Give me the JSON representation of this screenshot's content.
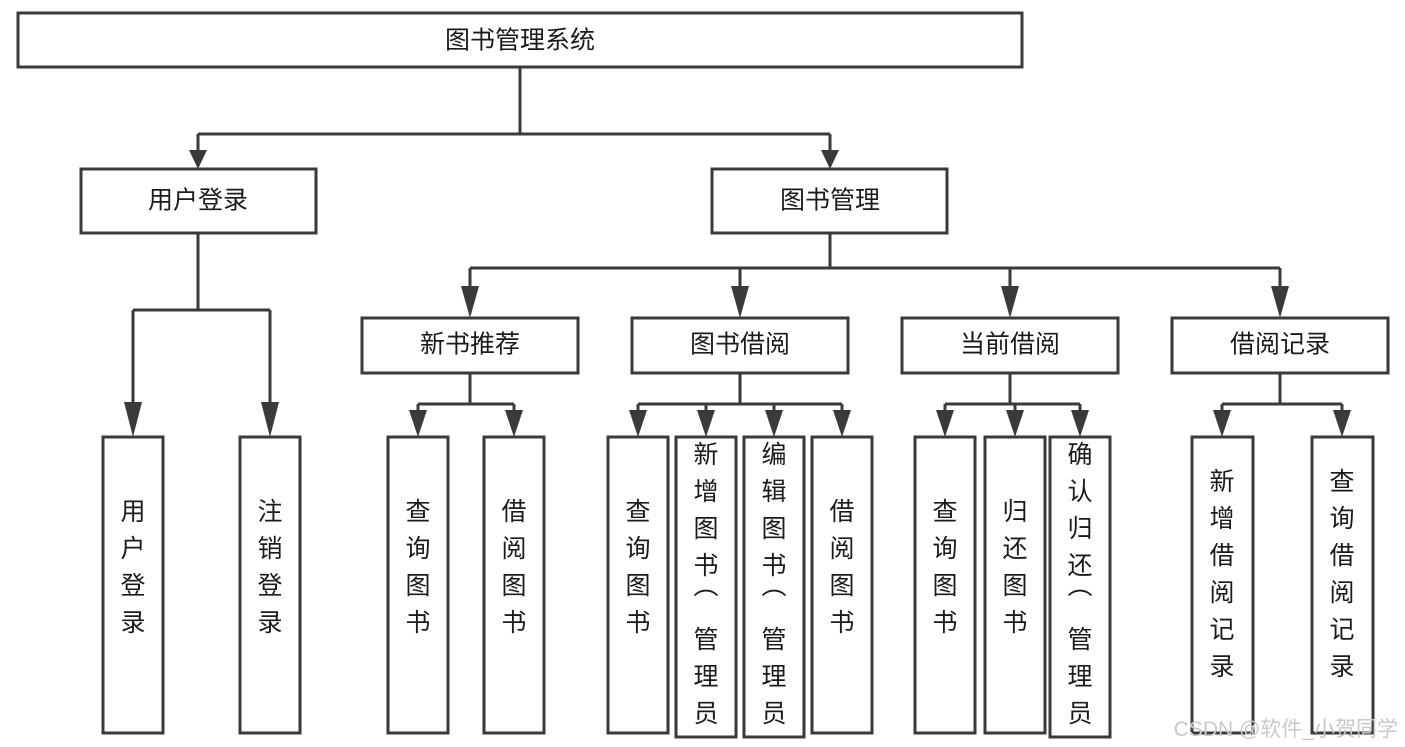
{
  "diagram": {
    "title": "图书管理系统",
    "type": "tree-hierarchy-chart",
    "background_color": "#ffffff",
    "line_color": "#3a3a3a",
    "text_color": "#1b1b1b",
    "root": {
      "id": "root",
      "label": "图书管理系统"
    },
    "level2": [
      {
        "id": "user-login",
        "label": "用户登录"
      },
      {
        "id": "book-management",
        "label": "图书管理"
      }
    ],
    "level3": [
      {
        "id": "new-book-recommend",
        "label": "新书推荐",
        "parent": "book-management"
      },
      {
        "id": "book-borrow",
        "label": "图书借阅",
        "parent": "book-management"
      },
      {
        "id": "current-borrow",
        "label": "当前借阅",
        "parent": "book-management"
      },
      {
        "id": "borrow-record",
        "label": "借阅记录",
        "parent": "book-management"
      }
    ],
    "leaves": [
      {
        "id": "leaf-user-login",
        "label": "用户登录",
        "parent": "user-login"
      },
      {
        "id": "leaf-logout-login",
        "label": "注销登录",
        "parent": "user-login"
      },
      {
        "id": "leaf-query-book-1",
        "label": "查询图书",
        "parent": "new-book-recommend"
      },
      {
        "id": "leaf-borrow-book-1",
        "label": "借阅图书",
        "parent": "new-book-recommend"
      },
      {
        "id": "leaf-query-book-2",
        "label": "查询图书",
        "parent": "book-borrow"
      },
      {
        "id": "leaf-add-book",
        "label": "新增图书（管理员）",
        "parent": "book-borrow"
      },
      {
        "id": "leaf-edit-book",
        "label": "编辑图书（管理员）",
        "parent": "book-borrow"
      },
      {
        "id": "leaf-borrow-book-2",
        "label": "借阅图书",
        "parent": "book-borrow"
      },
      {
        "id": "leaf-query-book-3",
        "label": "查询图书",
        "parent": "current-borrow"
      },
      {
        "id": "leaf-return-book",
        "label": "归还图书",
        "parent": "current-borrow"
      },
      {
        "id": "leaf-confirm-return",
        "label": "确认归还（管理员）",
        "parent": "current-borrow"
      },
      {
        "id": "leaf-add-record",
        "label": "新增借阅记录",
        "parent": "borrow-record"
      },
      {
        "id": "leaf-query-record",
        "label": "查询借阅记录",
        "parent": "borrow-record"
      }
    ]
  },
  "watermark": {
    "text": "CSDN @软件_小贺同学"
  }
}
